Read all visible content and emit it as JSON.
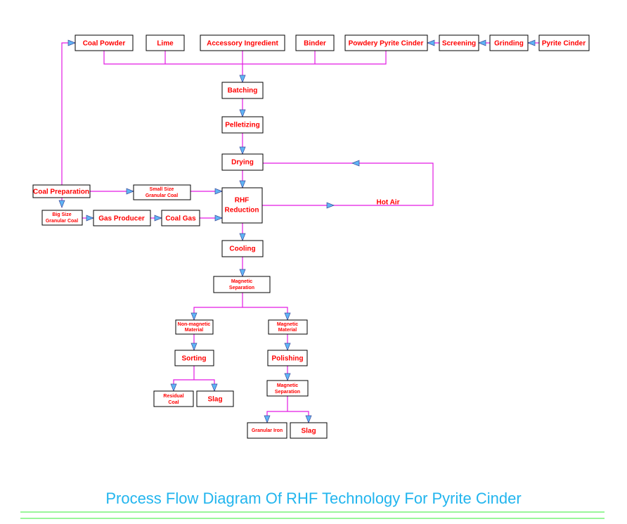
{
  "title": "Process Flow Diagram Of RHF Technology For Pyrite Cinder",
  "colors": {
    "label": "#ff0000",
    "connector": "#e31be3",
    "arrowhead": "#5fb4f5",
    "title": "#22b5ee",
    "rule": "#33ee33"
  },
  "nodes": {
    "coal_powder": "Coal Powder",
    "lime": "Lime",
    "accessory_ingredient": "Accessory Ingredient",
    "binder": "Binder",
    "powdery_pyrite_cinder": "Powdery Pyrite Cinder",
    "screening": "Screening",
    "grinding": "Grinding",
    "pyrite_cinder": "Pyrite Cinder",
    "batching": "Batching",
    "pelletizing": "Pelletizing",
    "drying": "Drying",
    "coal_preparation": "Coal Preparation",
    "small_size_line1": "Small Size",
    "small_size_line2": "Granular Coal",
    "big_size_line1": "Big Size",
    "big_size_line2": "Granular Coal",
    "gas_producer": "Gas Producer",
    "coal_gas": "Coal Gas",
    "rhf_line1": "RHF",
    "rhf_line2": "Reduction",
    "hot_air": "Hot Air",
    "cooling": "Cooling",
    "mag_sep_line1": "Magnetic",
    "mag_sep_line2": "Separation",
    "non_mag_line1": "Non-magnetic",
    "non_mag_line2": "Material",
    "mag_mat_line1": "Magnetic",
    "mag_mat_line2": "Material",
    "sorting": "Sorting",
    "polishing": "Polishing",
    "mag_sep2_line1": "Magnetic",
    "mag_sep2_line2": "Separation",
    "residual_line1": "Residual",
    "residual_line2": "Coal",
    "slag_left": "Slag",
    "granular_iron": "Granular Iron",
    "slag_right": "Slag"
  }
}
